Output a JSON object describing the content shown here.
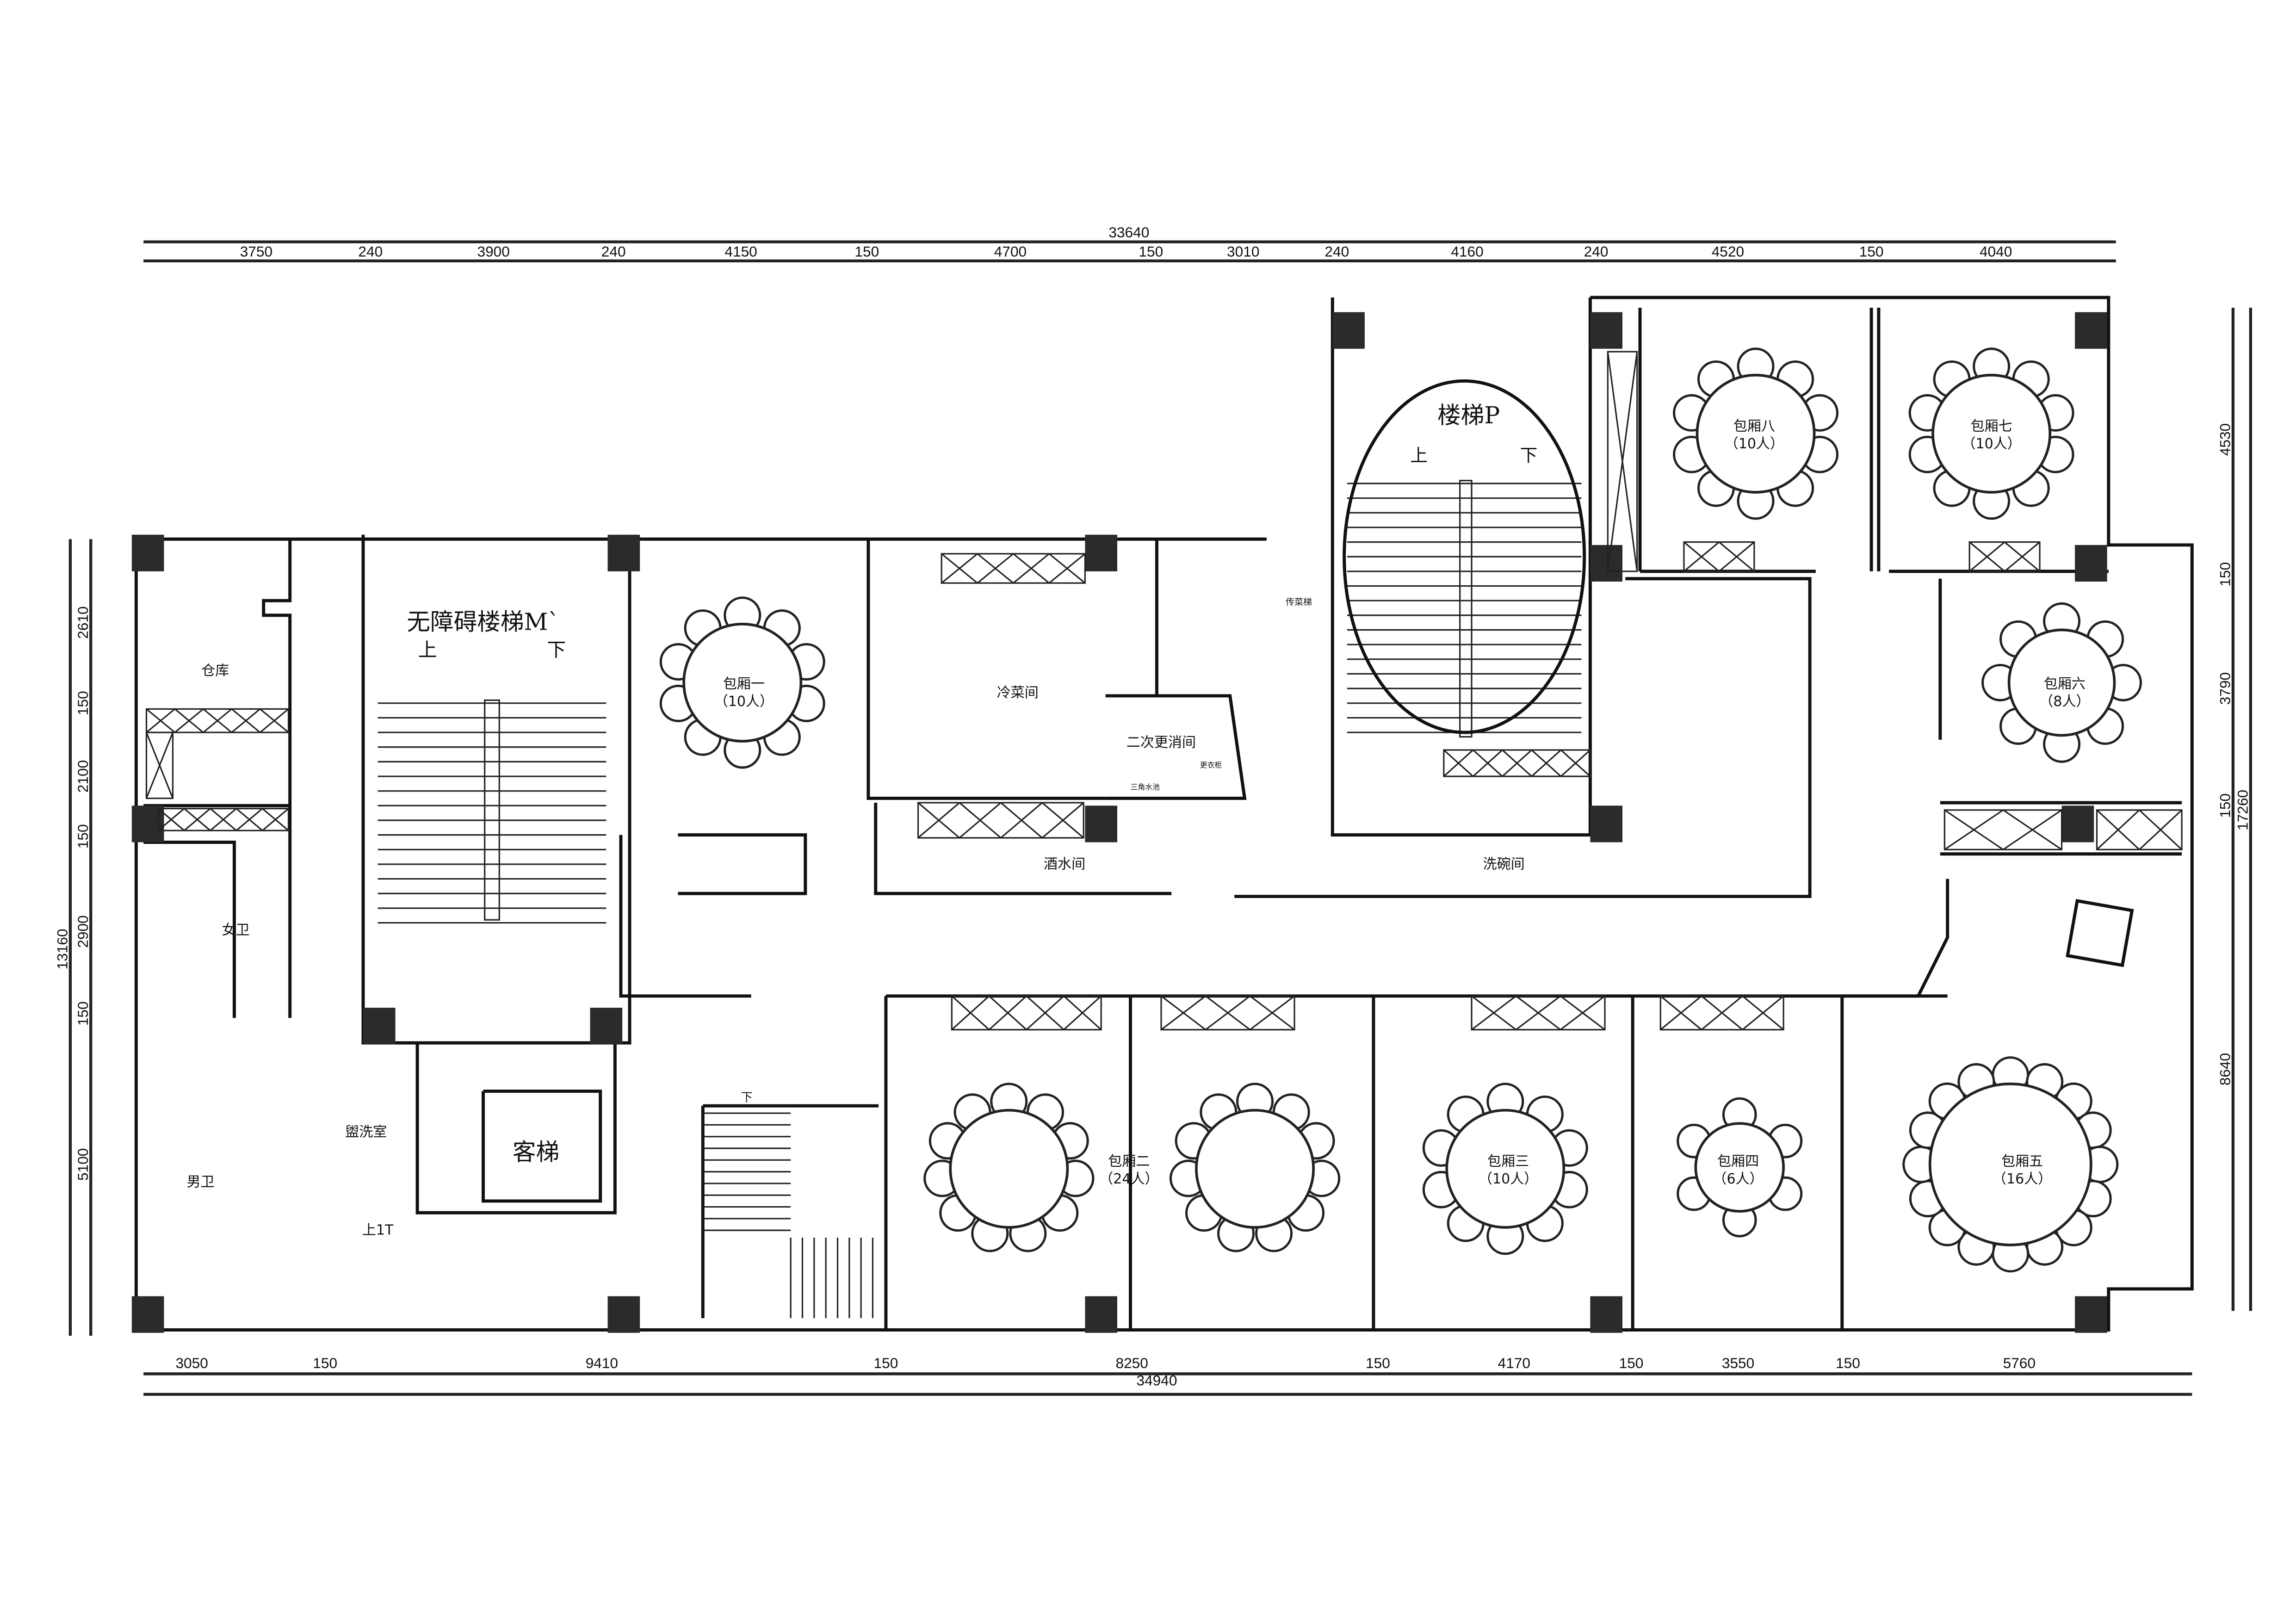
{
  "dimensions": {
    "top_total": "33640",
    "top_segments": [
      "3750",
      "240",
      "3900",
      "240",
      "4150",
      "150",
      "4700",
      "150",
      "3010",
      "240",
      "4160",
      "240",
      "4520",
      "150",
      "4040"
    ],
    "bottom_total": "34940",
    "bottom_segments": [
      "3050",
      "150",
      "9410",
      "150",
      "8250",
      "150",
      "4170",
      "150",
      "3550",
      "150",
      "5760"
    ],
    "left_total": "13160",
    "left_segments": [
      "2610",
      "150",
      "2100",
      "150",
      "2900",
      "150",
      "5100"
    ],
    "right_total": "17260",
    "right_segments": [
      "4530",
      "150",
      "3790",
      "150",
      "8640"
    ]
  },
  "rooms": {
    "storage": "仓库",
    "womens_wc": "女卫",
    "mens_wc": "男卫",
    "washroom": "盥洗室",
    "up_1t": "上1T",
    "stair_m": "无障碍楼梯M`",
    "stair_m_up": "上",
    "stair_m_down": "下",
    "passenger_elevator": "客梯",
    "room1": {
      "name": "包厢一",
      "capacity": "（10人）"
    },
    "cold_kitchen": "冷菜间",
    "disinfection": "二次更消间",
    "triangle_sink": "三角水池",
    "locker": "更衣柜",
    "bar": "酒水间",
    "dumbwaiter": "传菜梯",
    "stair_p": "楼梯P",
    "stair_p_up": "上",
    "stair_p_down": "下",
    "dishwashing": "洗碗间",
    "room8": {
      "name": "包厢八",
      "capacity": "（10人）"
    },
    "room7": {
      "name": "包厢七",
      "capacity": "（10人）"
    },
    "room6": {
      "name": "包厢六",
      "capacity": "（8人）"
    },
    "room2": {
      "name": "包厢二",
      "capacity": "（24人）"
    },
    "room3": {
      "name": "包厢三",
      "capacity": "（10人）"
    },
    "room4": {
      "name": "包厢四",
      "capacity": "（6人）"
    },
    "room5": {
      "name": "包厢五",
      "capacity": "（16人）"
    },
    "stair_down": "下"
  }
}
